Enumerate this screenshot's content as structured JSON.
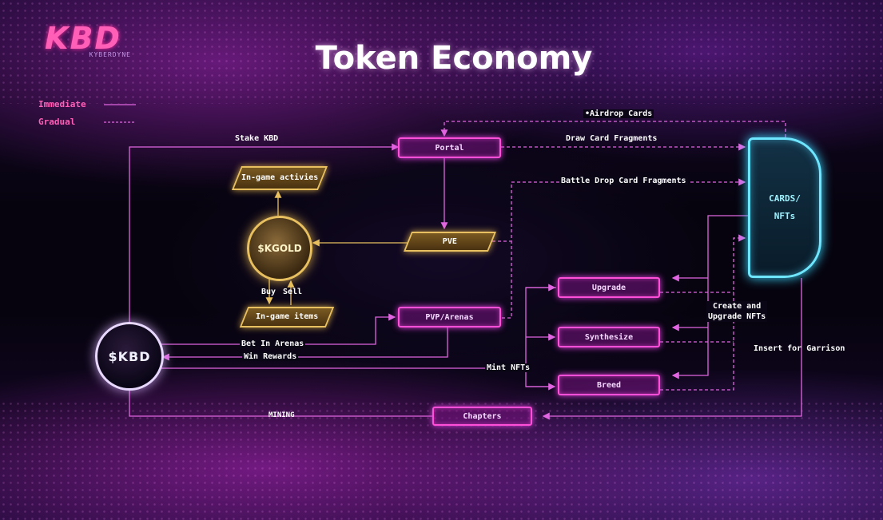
{
  "logo": {
    "text": "KBD",
    "subtitle": "KYBERDYNE"
  },
  "title": "Token Economy",
  "legend": {
    "immediate": "Immediate",
    "gradual": "Gradual"
  },
  "colors": {
    "magenta": "#ff4fd8",
    "gold": "#e8c060",
    "cyan": "#6fe6ff",
    "wire": "#e065e0"
  },
  "nodes": {
    "portal": "Portal",
    "pve": "PVE",
    "pvp": "PVP/Arenas",
    "chapters": "Chapters",
    "upgrade": "Upgrade",
    "synthesize": "Synthesize",
    "breed": "Breed",
    "ingame_activities": "In-game activies",
    "ingame_items": "In-game items",
    "kgold": "$KGOLD",
    "kbd": "$KBD",
    "cards": "CARDS/\nNFTs"
  },
  "edges": {
    "airdrop_cards": "•Airdrop Cards",
    "stake_kbd": "Stake KBD",
    "draw_card_fragments": "Draw Card Fragments",
    "battle_drop": "Battle Drop Card Fragments",
    "buy": "Buy",
    "sell": "Sell",
    "bet_in_arenas": "Bet In Arenas",
    "win_rewards": "Win Rewards",
    "mint_nfts": "Mint NFTs",
    "create_upgrade": "Create and\nUpgrade NFTs",
    "insert_garrison": "Insert for Garrison",
    "mining": "MINING"
  }
}
